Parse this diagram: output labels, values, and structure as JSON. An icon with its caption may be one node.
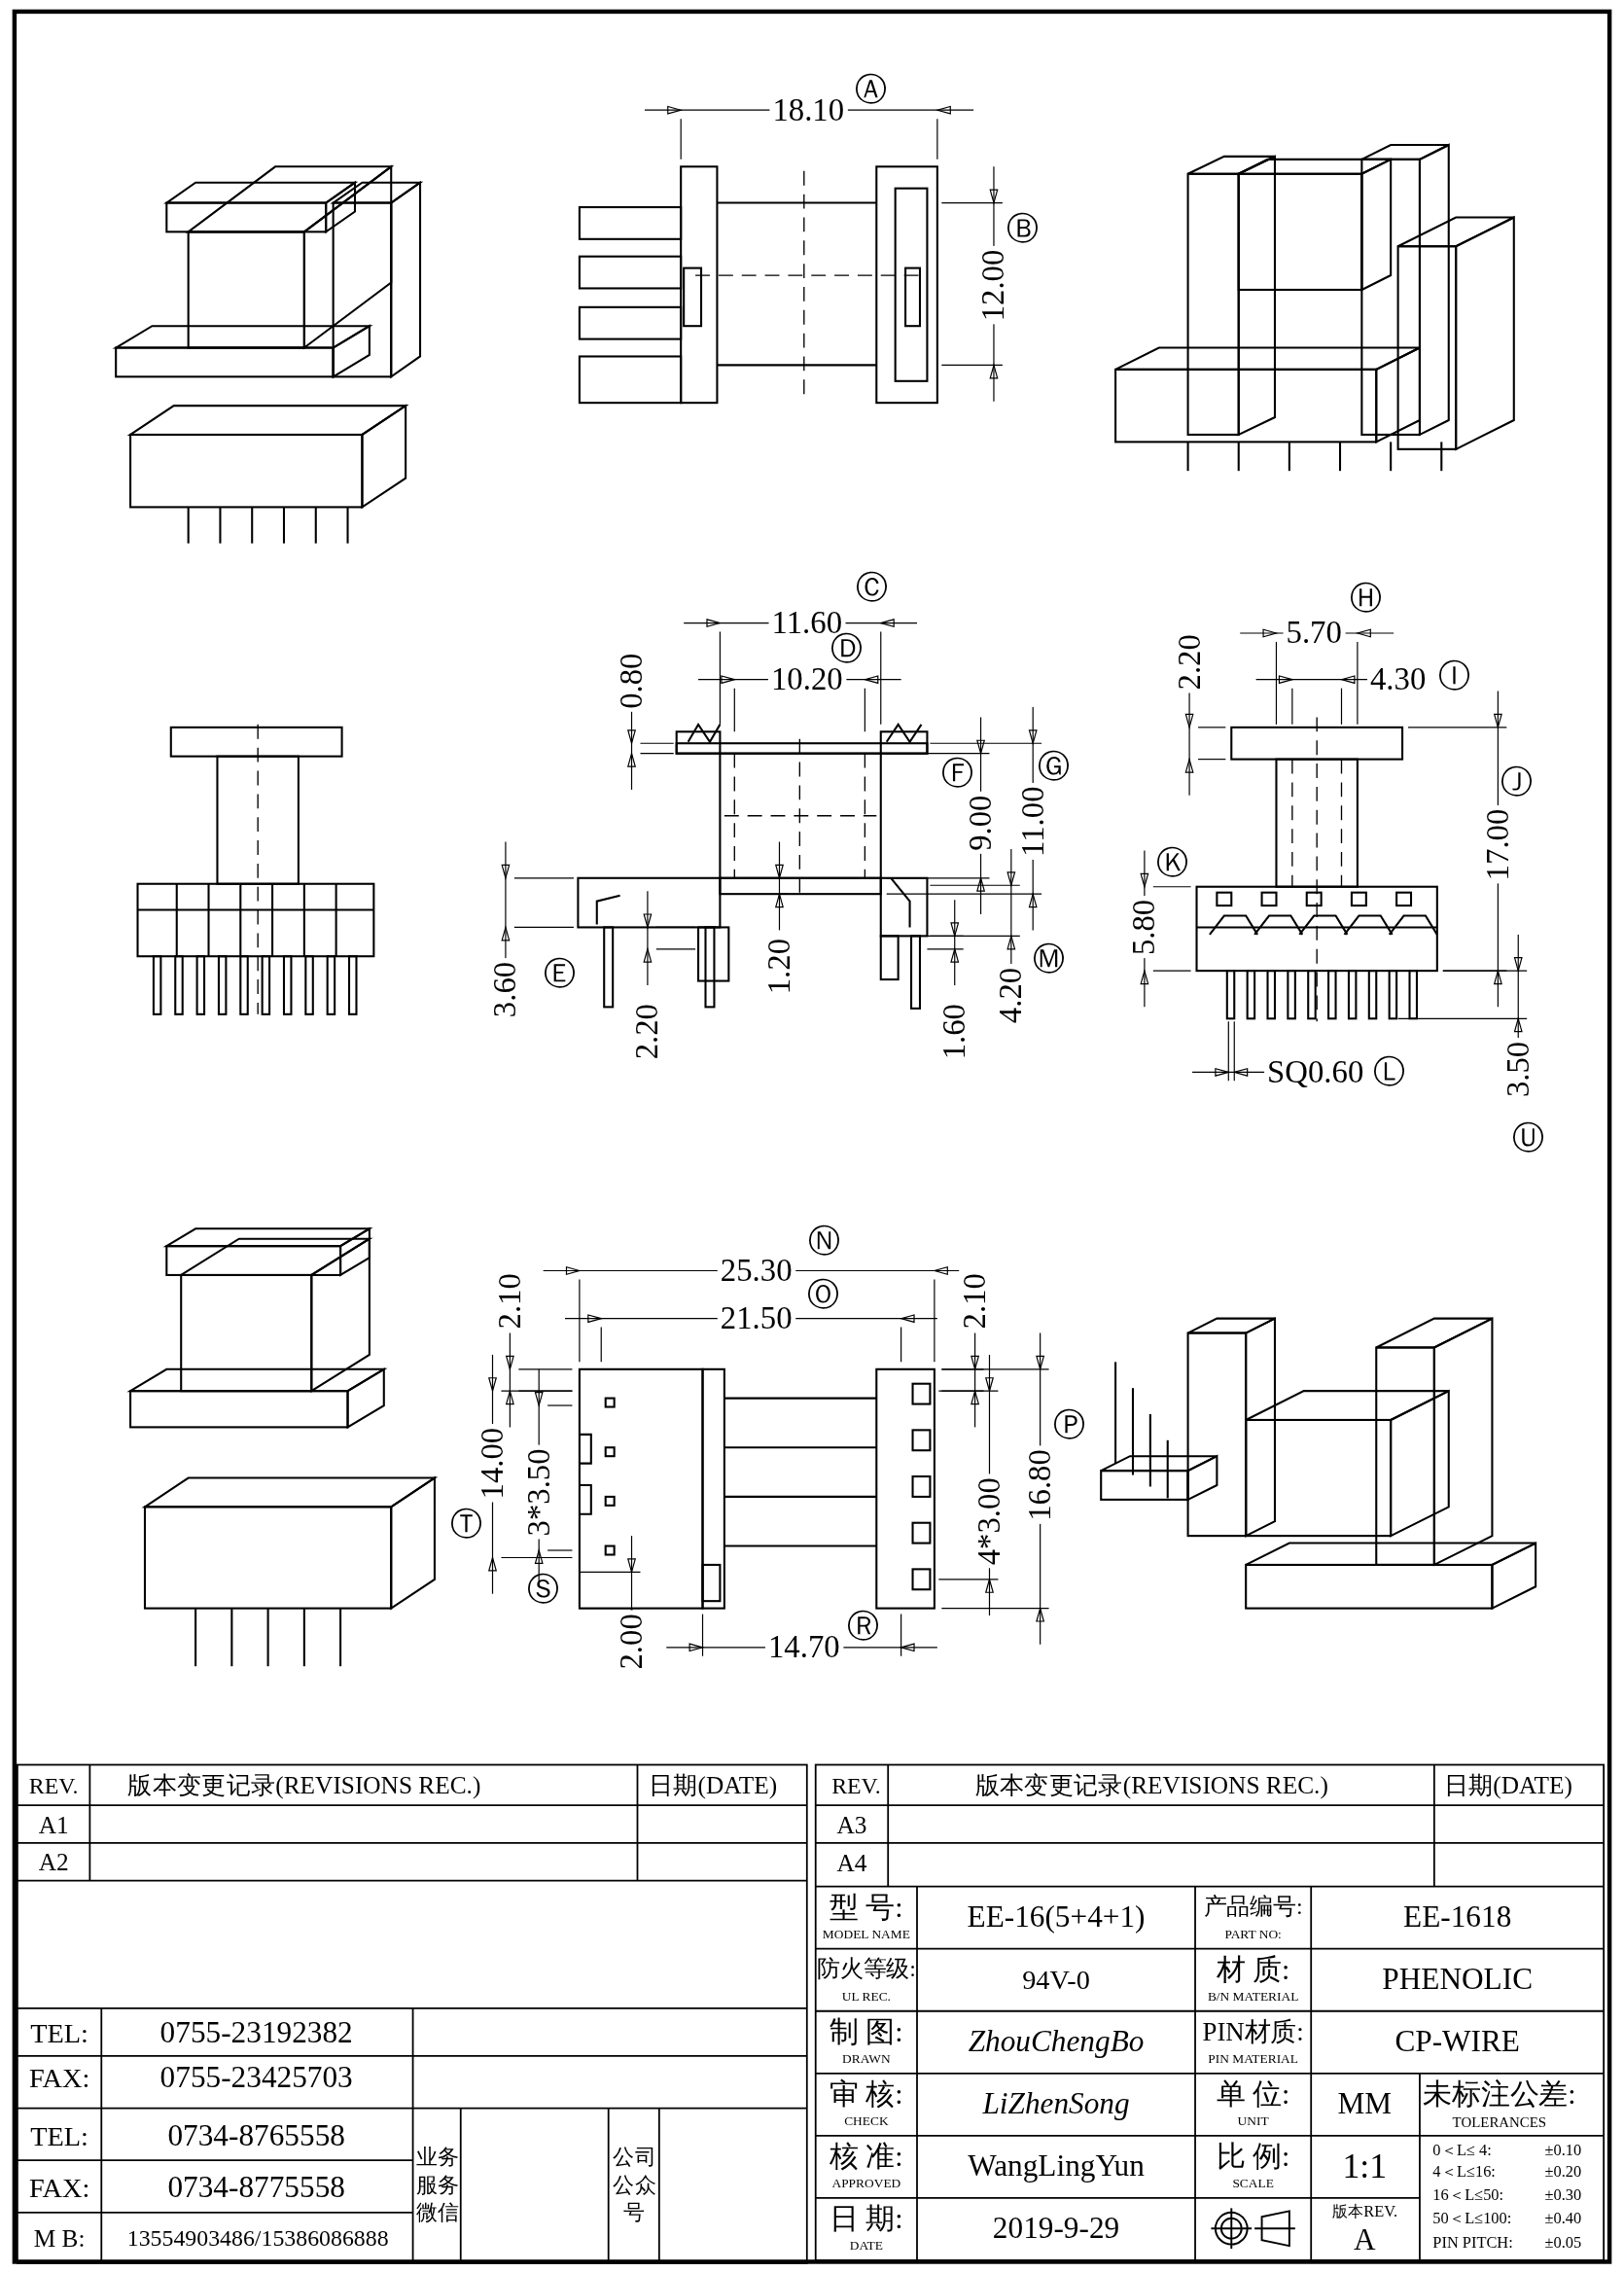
{
  "diagram": {
    "labels": [
      "18.10",
      "Ⓐ",
      "12.00",
      "Ⓑ",
      "11.60",
      "Ⓒ",
      "0.80",
      "10.20",
      "Ⓓ",
      "Ⓕ",
      "Ⓖ",
      "9.00",
      "11.00",
      "3.60",
      "Ⓔ",
      "2.20",
      "1.20",
      "1.60",
      "4.20",
      "Ⓜ",
      "Ⓗ",
      "5.70",
      "2.20",
      "4.30",
      "Ⓘ",
      "Ⓙ",
      "17.00",
      "Ⓚ",
      "5.80",
      "SQ0.60",
      "Ⓛ",
      "3.50",
      "Ⓤ",
      "Ⓝ",
      "25.30",
      "2.10",
      "21.50",
      "Ⓞ",
      "2.10",
      "Ⓟ",
      "14.00",
      "Ⓣ",
      "3*3.50",
      "4*3.00",
      "16.80",
      "Ⓢ",
      "2.00",
      "14.70",
      "Ⓡ",
      "REV.",
      "版本变更记录(REVISIONS REC.)",
      "日期(DATE)",
      "A1",
      "A2",
      "REV.",
      "版本变更记录(REVISIONS REC.)",
      "日期(DATE)",
      "A3",
      "A4",
      "TEL:",
      "0755-23192382",
      "FAX:",
      "0755-23425703",
      "TEL:",
      "0734-8765558",
      "FAX:",
      "0734-8775558",
      "M B:",
      "13554903486/15386086888",
      "业务服务微信",
      "公司公众号",
      "型 号:",
      "MODEL NAME",
      "EE-16(5+4+1)",
      "产品编号:",
      "PART NO:",
      "EE-1618",
      "防火等级:",
      "UL REC.",
      "94V-0",
      "材 质:",
      "B/N MATERIAL",
      "PHENOLIC",
      "制 图:",
      "DRAWN",
      "ZhouChengBo",
      "PIN材质:",
      "PIN MATERIAL",
      "CP-WIRE",
      "审 核:",
      "CHECK",
      "LiZhenSong",
      "单 位:",
      "UNIT",
      "MM",
      "未标注公差:",
      "TOLERANCES",
      "核 准:",
      "APPROVED",
      "WangLingYun",
      "比 例:",
      "SCALE",
      "1:1",
      "0＜L≤ 4:",
      "±0.10",
      "4＜L≤16:",
      "±0.20",
      "16＜L≤50:",
      "±0.30",
      "50＜L≤100:",
      "±0.40",
      "PIN PITCH:",
      "±0.05",
      "日 期:",
      "DATE",
      "2019-9-29",
      "版本REV.",
      "A"
    ]
  }
}
